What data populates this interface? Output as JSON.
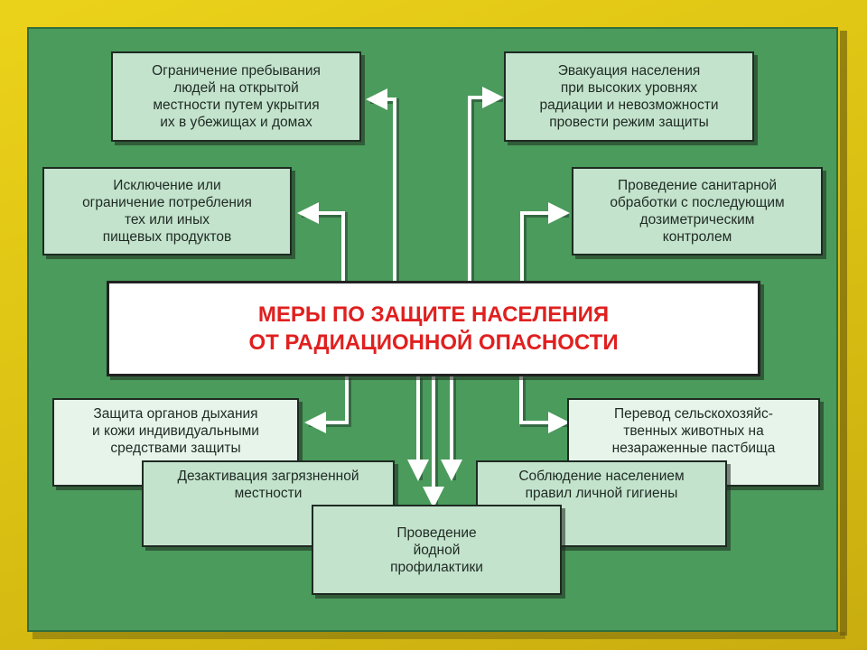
{
  "title": "МЕРЫ ПО ЗАЩИТЕ НАСЕЛЕНИЯ\nОТ РАДИАЦИОННОЙ ОПАСНОСТИ",
  "measures": {
    "shelter": "Ограничение пребывания\nлюдей на открытой\nместности путем укрытия\nих в убежищах и домах",
    "food": "Исключение или\nограничение потребления\nтех или иных\nпищевых продуктов",
    "evacuation": "Эвакуация населения\nпри высоких уровнях\nрадиации и невозможности\nпровести режим защиты",
    "sanitary": "Проведение санитарной\nобработки с последующим\nдозиметрическим\nконтролем",
    "respiratory": "Защита органов дыхания\nи кожи индивидуальными\nсредствами защиты",
    "livestock": "Перевод сельскохозяйс-\nтвенных животных на\nнезараженные пастбища",
    "decontamination": "Дезактивация загрязненной\nместности",
    "hygiene": "Соблюдение населением\nправил личной гигиены",
    "iodine": "Проведение\nйодной\nпрофилактики"
  },
  "colors": {
    "panel": "#4a9b5c",
    "box": "#c3e3cc",
    "title_text": "#e0201f",
    "frame": "#ebd21a"
  }
}
